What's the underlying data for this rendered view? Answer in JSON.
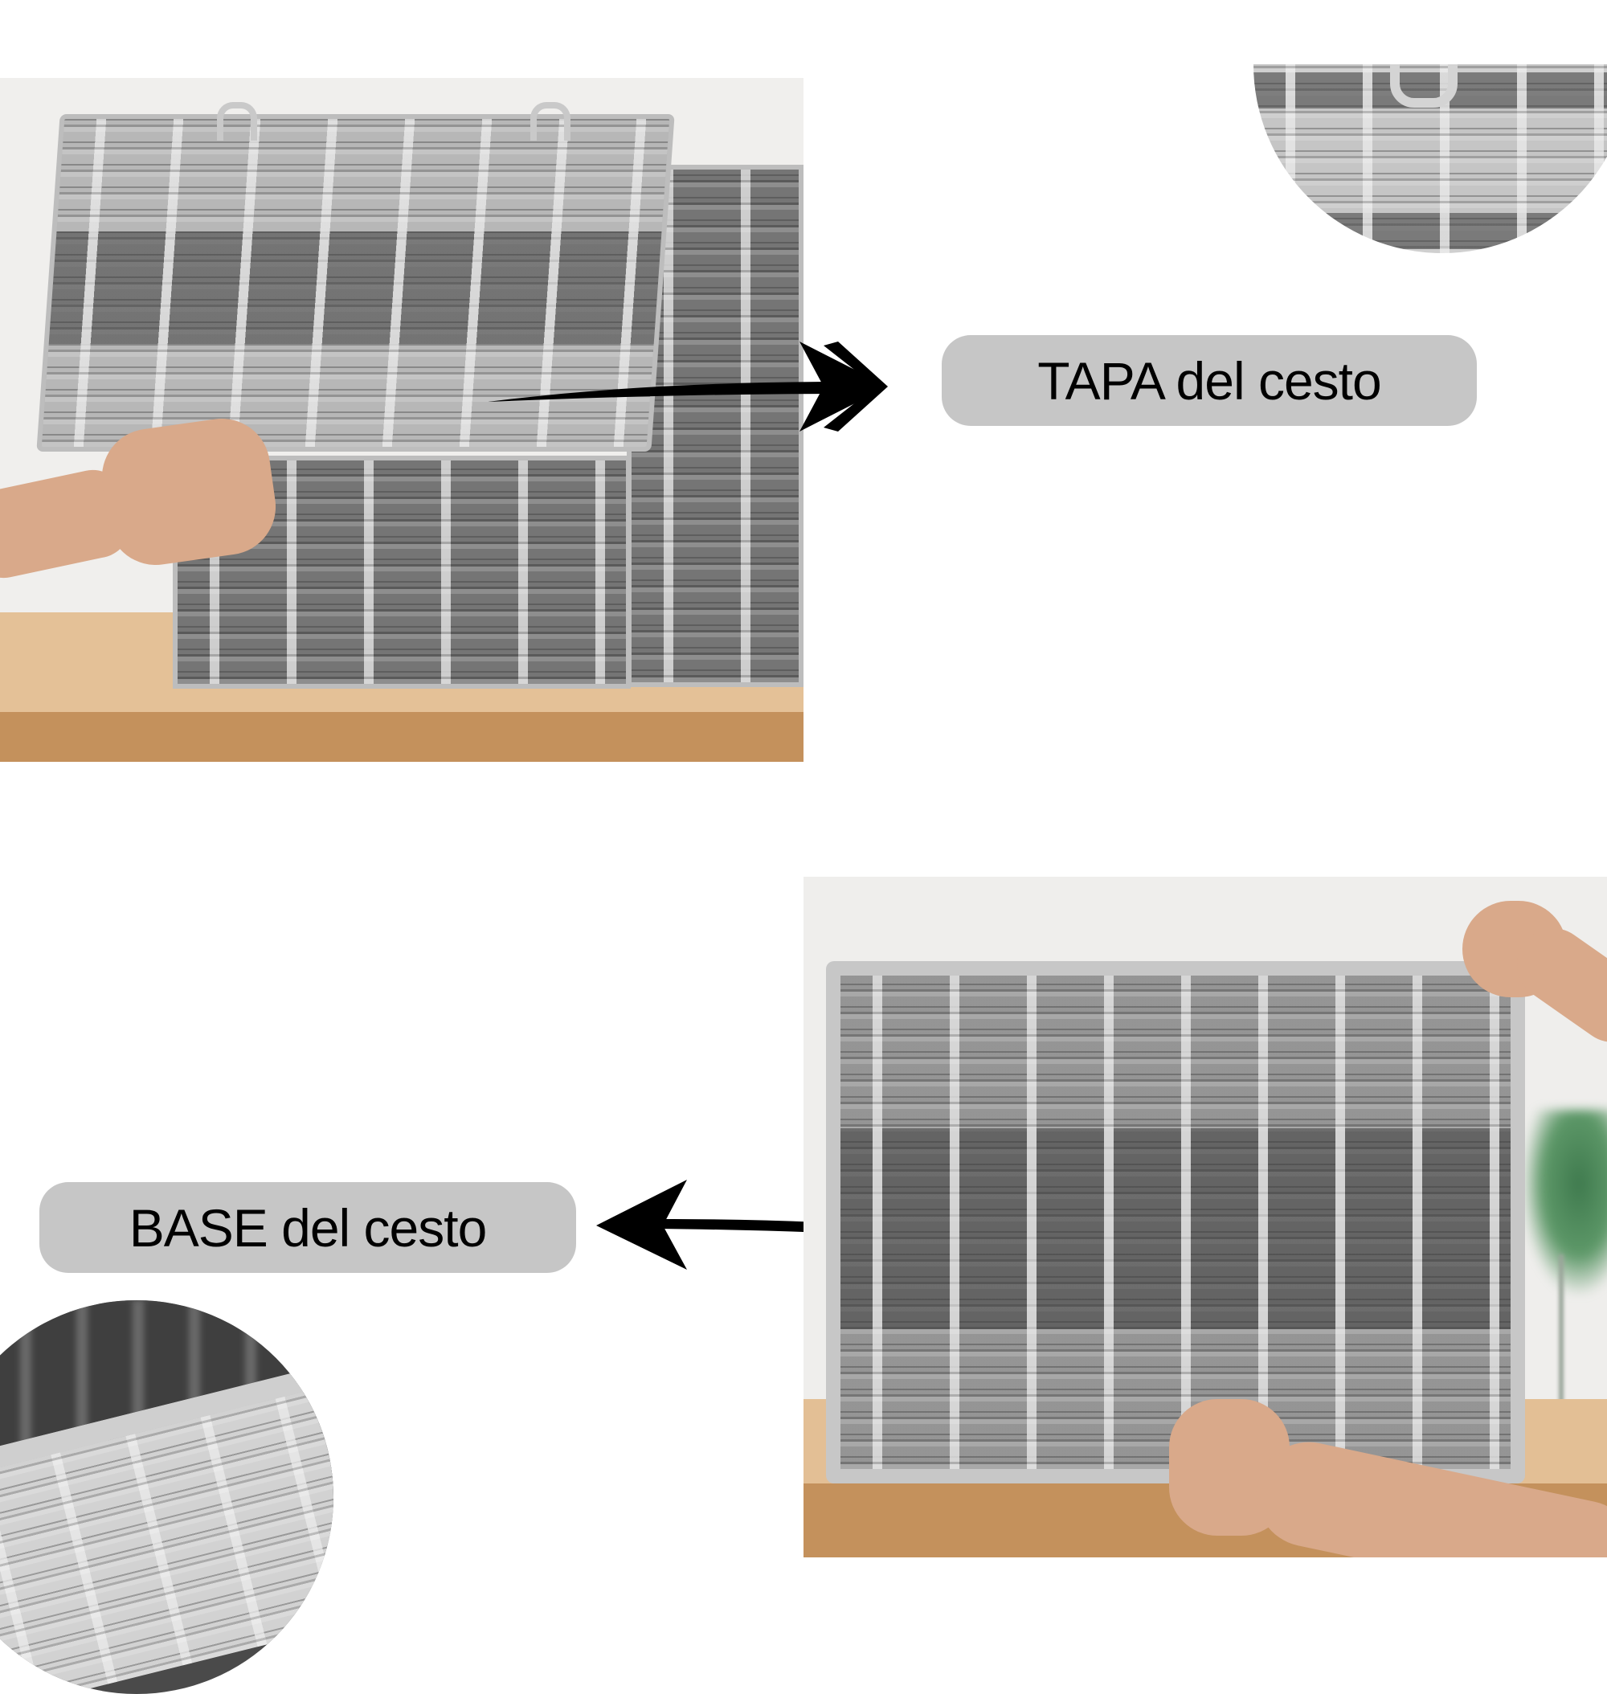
{
  "labels": {
    "lid": "TAPA del cesto",
    "base": "BASE del cesto"
  },
  "colors": {
    "label_bg": "#c6c6c6",
    "label_text": "#000000",
    "arrow": "#000000",
    "wall": "#efefef",
    "table_top": "#e3be95",
    "table_front": "#c99660",
    "wicker_light": "#b3b3b3",
    "wicker_dark": "#6e6e6e",
    "skin": "#d9a98a",
    "plant": "#3f7a4e"
  },
  "images": {
    "top_photo": "basket-with-lid-lifted-by-hand",
    "top_inset": "closeup-lid-weave-with-handle-loop",
    "bottom_photo": "basket-base-held-upright-by-hands",
    "bottom_inset": "closeup-basket-rim-weave"
  }
}
